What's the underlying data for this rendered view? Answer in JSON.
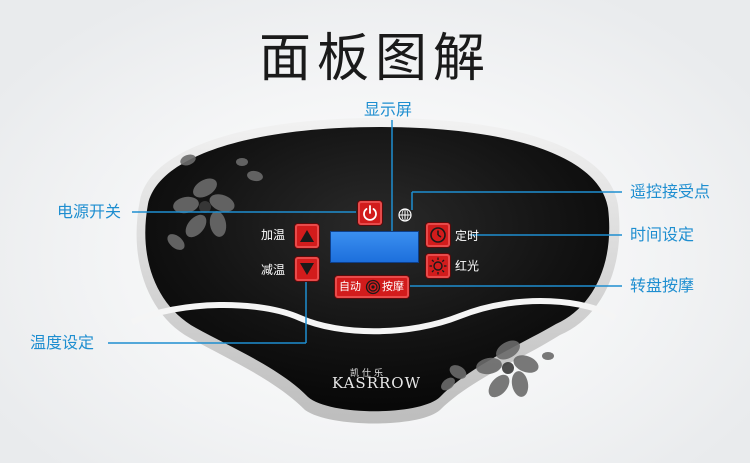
{
  "title": "面板图解",
  "callouts": {
    "display": "显示屏",
    "power": "电源开关",
    "remote_receiver": "遥控接受点",
    "timer_setting": "时间设定",
    "turntable_massage": "转盘按摩",
    "temperature_setting": "温度设定"
  },
  "panel": {
    "heat_up_label": "加温",
    "heat_down_label": "减温",
    "timer_label": "定时",
    "red_light_label": "红光",
    "auto_label": "自动",
    "massage_label": "按摩",
    "brand_cn": "凯仕乐",
    "brand_en": "KASRROW"
  },
  "colors": {
    "accent": "#1e8ed0",
    "button_red": "#d21c1c",
    "display_blue": "#2f86ec",
    "panel_black": "#111111"
  }
}
